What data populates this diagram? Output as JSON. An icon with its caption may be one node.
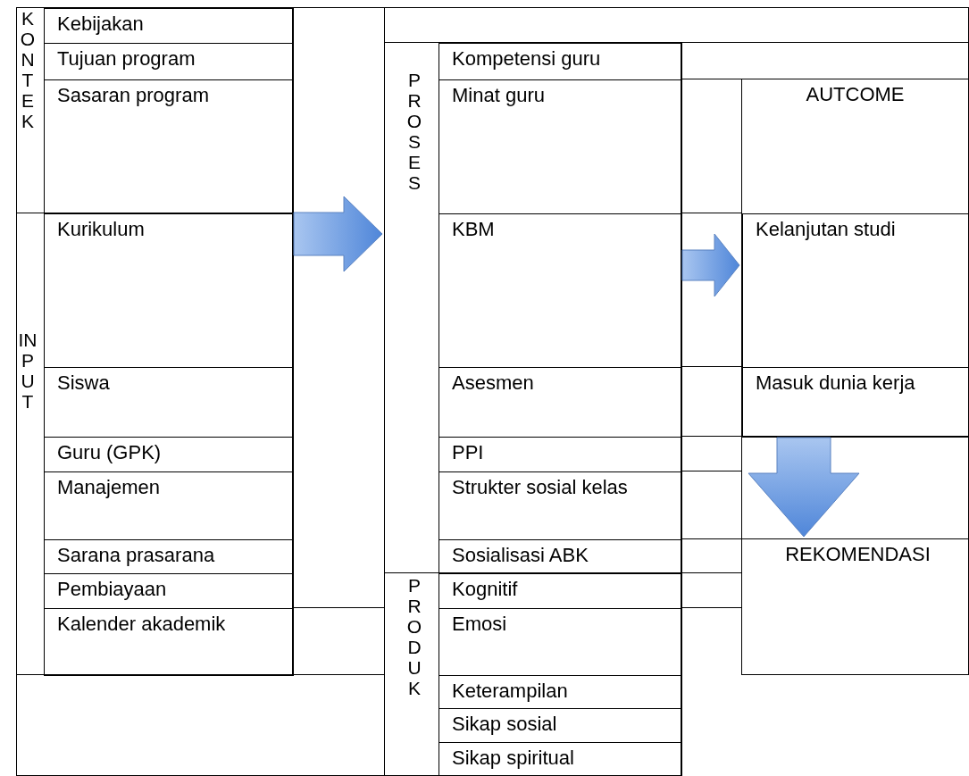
{
  "diagram": {
    "nodes": [
      {
        "text": [
          "KONTEK"
        ]
      },
      {
        "text": [
          "Kebijakan"
        ],
        "in": 0
      },
      {
        "text": [
          "Tujuan program"
        ],
        "in": 0
      },
      {
        "text": [
          "Sasaran program"
        ],
        "in": 0
      },
      {
        "text": [
          "INPUT"
        ]
      },
      {
        "text": [
          "Kurikulum"
        ],
        "in": 4
      },
      {
        "text": [
          "Siswa"
        ],
        "in": 4
      },
      {
        "text": [
          "Guru (GPK)"
        ],
        "in": 4
      },
      {
        "text": [
          "Manajemen"
        ],
        "in": 4
      },
      {
        "text": [
          "Sarana prasarana"
        ],
        "in": 4
      },
      {
        "text": [
          "Pembiayaan"
        ],
        "in": 4
      },
      {
        "text": [
          "Kalender akademik"
        ],
        "in": 4
      },
      {
        "text": [
          "PROSES"
        ]
      },
      {
        "text": [
          "Kompetensi guru"
        ],
        "in": 12
      },
      {
        "text": [
          "Minat guru"
        ],
        "in": 12
      },
      {
        "text": [
          "KBM"
        ],
        "in": 12
      },
      {
        "text": [
          "Asesmen"
        ],
        "in": 12
      },
      {
        "text": [
          "PPI"
        ],
        "in": 12
      },
      {
        "text": [
          "Strukter sosial kelas"
        ],
        "in": 12
      },
      {
        "text": [
          "Sosialisasi ABK"
        ],
        "in": 12
      },
      {
        "text": [
          "PRODUK"
        ]
      },
      {
        "text": [
          "Kognitif"
        ],
        "in": 20
      },
      {
        "text": [
          "Emosi"
        ],
        "in": 20
      },
      {
        "text": [
          "Keterampilan"
        ],
        "in": 20
      },
      {
        "text": [
          "Sikap sosial"
        ],
        "in": 20
      },
      {
        "text": [
          "Sikap spiritual"
        ],
        "in": 20
      },
      {
        "text": [
          "AUTCOME"
        ]
      },
      {
        "text": [
          "Kelanjutan studi"
        ],
        "in": 26
      },
      {
        "text": [
          "Masuk dunia kerja"
        ],
        "in": 26
      },
      {
        "text": [
          "REKOMENDASI"
        ]
      }
    ],
    "edges": [
      {
        "from": 4,
        "to": 12,
        "arrow": "to"
      },
      {
        "from": 12,
        "to": 26,
        "arrow": "to"
      },
      {
        "from": 26,
        "to": 29,
        "arrow": "to"
      }
    ]
  }
}
